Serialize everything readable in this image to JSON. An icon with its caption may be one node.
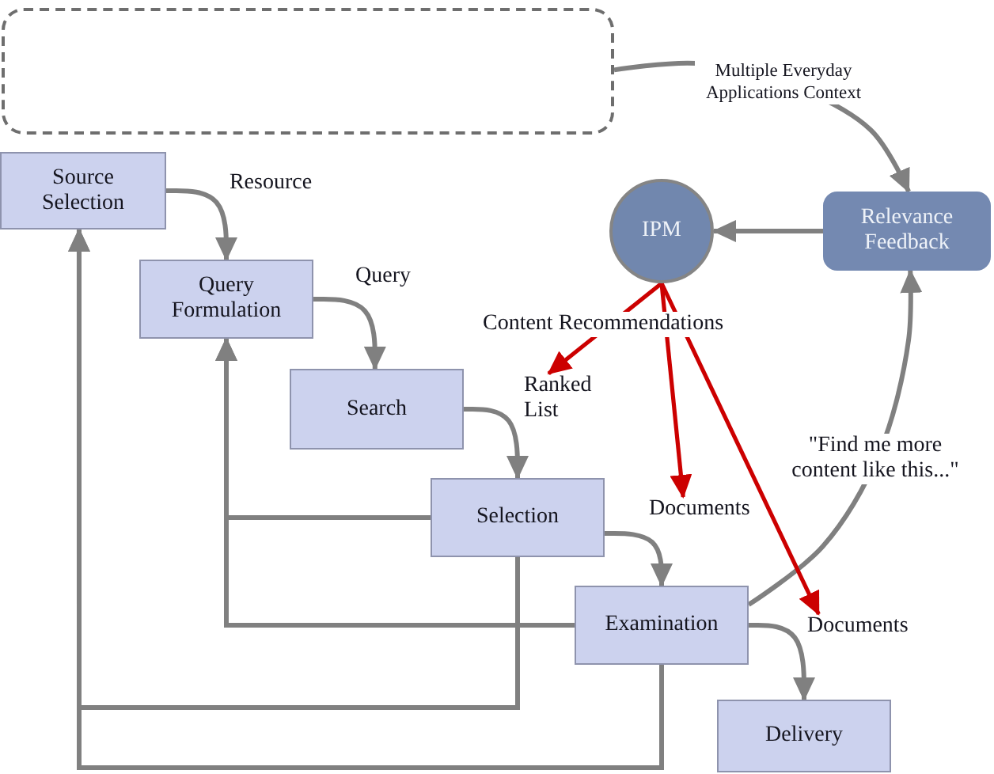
{
  "diagram": {
    "nodes": [
      {
        "text": [],
        "shape": "box"
      },
      {
        "text": [
          "Source Selection"
        ]
      },
      {
        "text": [
          "IPM"
        ]
      },
      {
        "text": [
          "Relevance Feedback"
        ]
      },
      {
        "text": [
          "Query Formulation"
        ]
      },
      {
        "text": [
          "Search"
        ]
      },
      {
        "text": [
          "Ranked List"
        ]
      },
      {
        "text": [
          "Selection"
        ]
      },
      {
        "text": [
          "Documents"
        ]
      },
      {
        "text": [
          "Examination"
        ]
      },
      {
        "text": [
          "Documents"
        ]
      },
      {
        "text": [
          "Delivery"
        ]
      }
    ],
    "edges": [
      {
        "from": 0,
        "to": 3,
        "arrow": "to",
        "label": "Multiple Everyday Applications Context"
      },
      {
        "from": 1,
        "to": 4,
        "arrow": "to",
        "label": "Resource"
      },
      {
        "from": 4,
        "to": 5,
        "arrow": "to",
        "label": "Query"
      },
      {
        "from": 5,
        "to": 7,
        "arrow": "to"
      },
      {
        "from": 7,
        "to": 9,
        "arrow": "to"
      },
      {
        "from": 9,
        "to": 11,
        "arrow": "to"
      },
      {
        "from": 9,
        "to": 3,
        "arrow": "to",
        "label": "\"Find me more content like this...\""
      },
      {
        "from": 3,
        "to": 2,
        "arrow": "to"
      },
      {
        "from": 2,
        "to": 6,
        "arrow": "to",
        "label": "Content Recommendations",
        "color": "#cc0000"
      },
      {
        "from": 2,
        "to": 8,
        "arrow": "to",
        "color": "#cc0000"
      },
      {
        "from": 2,
        "to": 10,
        "arrow": "to",
        "color": "#cc0000"
      },
      {
        "from": 7,
        "to": 1,
        "arrow": "to"
      },
      {
        "from": 9,
        "to": 1,
        "arrow": "to"
      },
      {
        "from": 7,
        "to": 4,
        "arrow": "to"
      },
      {
        "from": 9,
        "to": 4,
        "arrow": "to"
      }
    ]
  }
}
